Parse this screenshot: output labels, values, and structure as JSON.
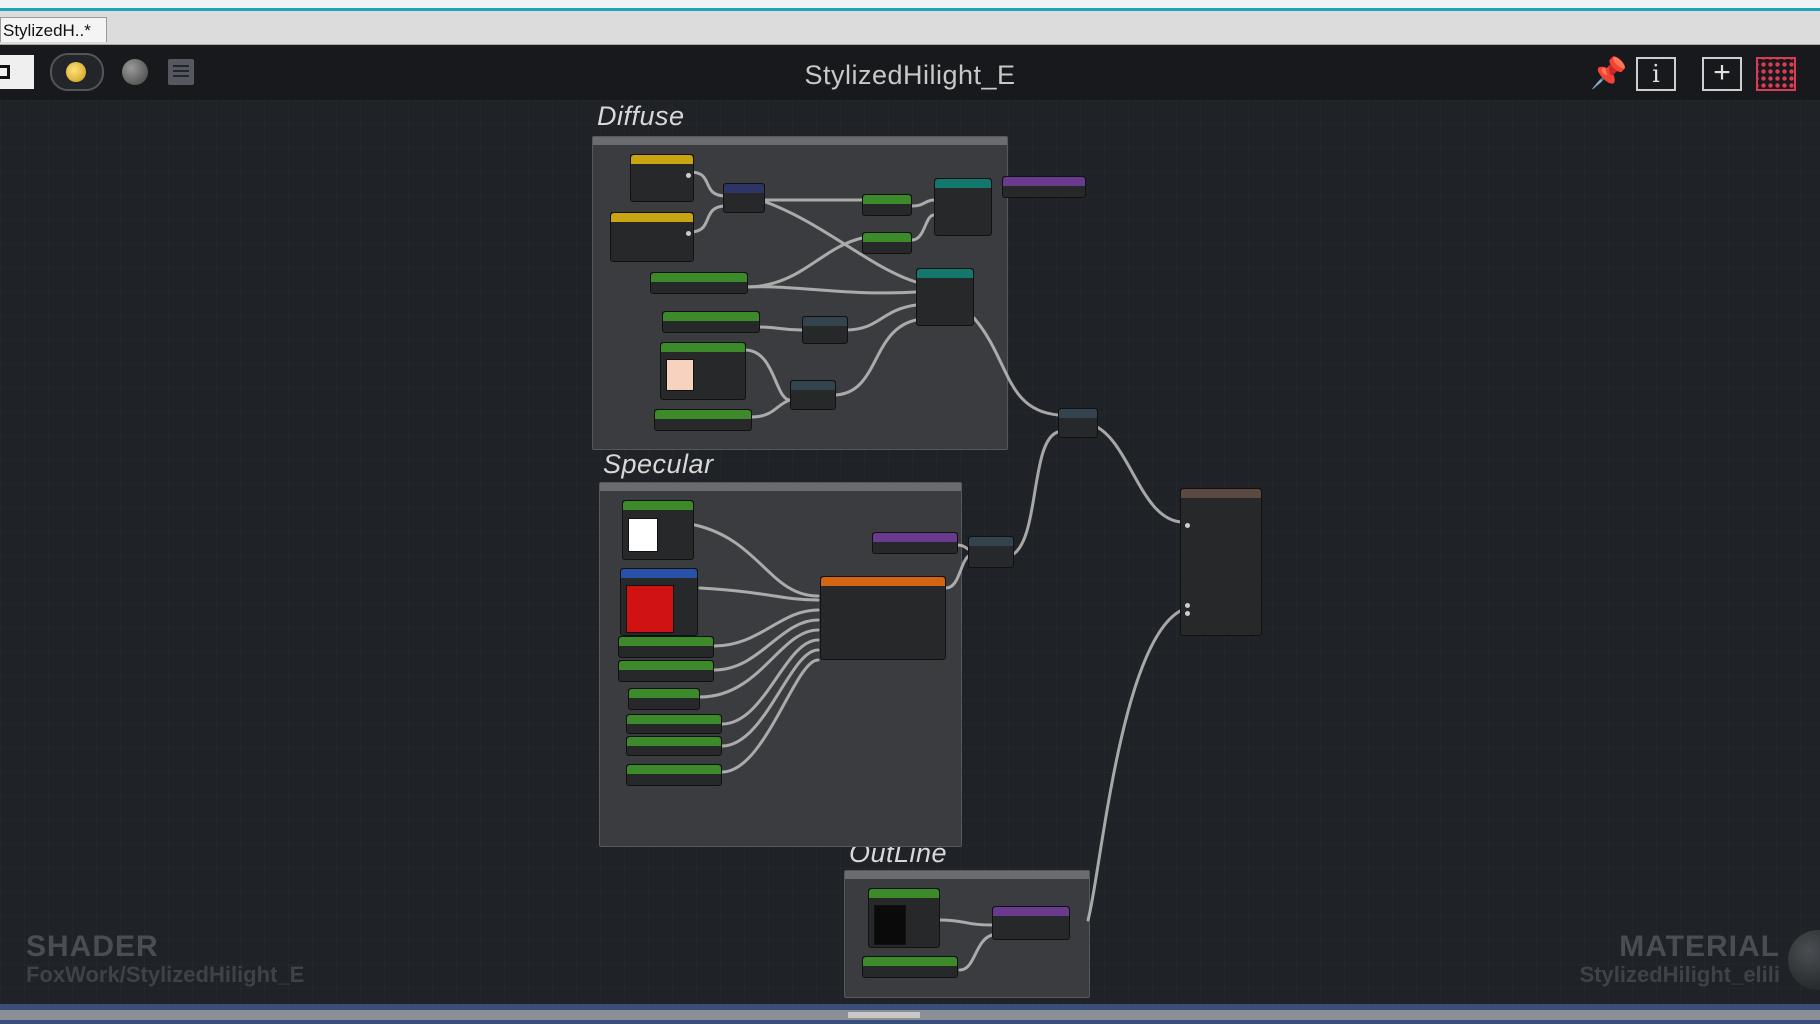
{
  "tab": {
    "label": "StylizedH..*"
  },
  "window": {
    "title": "StylizedHilight_E"
  },
  "toolbar": {
    "icons": [
      "preview-toggle-icon",
      "sphere-preview-icon",
      "document-icon",
      "pin-icon",
      "info-icon",
      "add-node-icon",
      "grid-icon"
    ],
    "info_glyph": "i",
    "add_glyph": "+"
  },
  "groups": {
    "diffuse": {
      "label": "Diffuse"
    },
    "specular": {
      "label": "Specular"
    },
    "outline": {
      "label": "OutLine"
    }
  },
  "corner": {
    "shader_label": "SHADER",
    "shader_path": "FoxWork/StylizedHilight_E",
    "material_label": "MATERIAL",
    "material_name": "StylizedHilight_elili"
  },
  "colors": {
    "background": "#1d2024",
    "group": "#3a3c40",
    "wire": "#bfbfbf",
    "grid_icon": "#d93c54",
    "light_icon": "#e8c44a"
  }
}
